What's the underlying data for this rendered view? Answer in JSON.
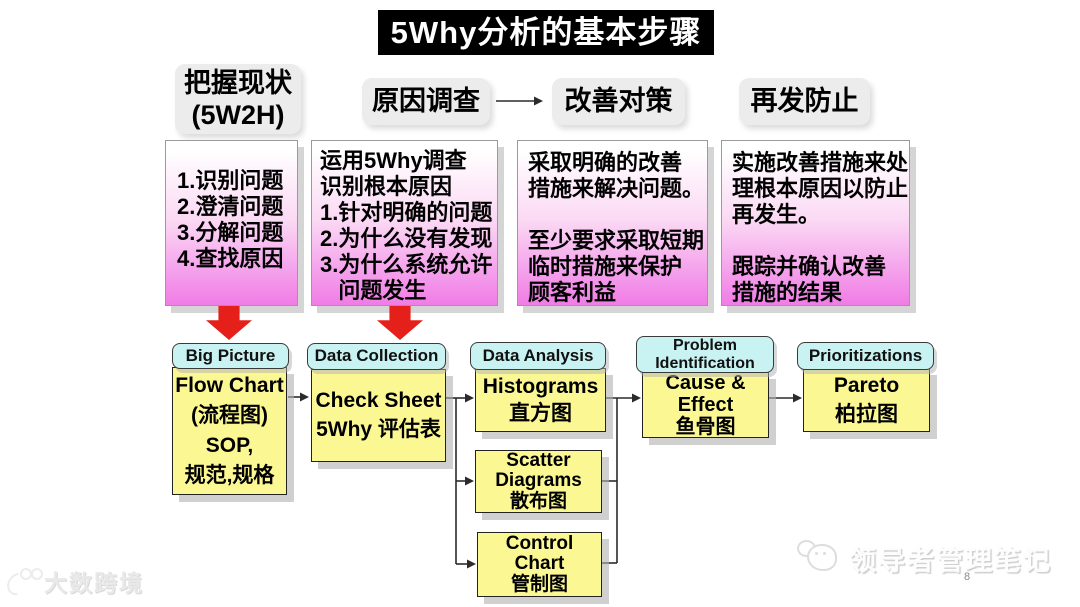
{
  "title": "5Why分析的基本步骤",
  "phases": [
    {
      "label": "把握现状\n(5W2H)"
    },
    {
      "label": "原因调查"
    },
    {
      "label": "改善对策"
    },
    {
      "label": "再发防止"
    }
  ],
  "phase_details": [
    {
      "text": "1.识别问题\n2.澄清问题\n3.分解问题\n4.查找原因"
    },
    {
      "text": "运用5Why调查\n识别根本原因\n1.针对明确的问题\n2.为什么没有发现\n3.为什么系统允许\n   问题发生"
    },
    {
      "text": "采取明确的改善\n措施来解决问题。\n\n至少要求采取短期\n临时措施来保护\n顾客利益"
    },
    {
      "text": "实施改善措施来处\n理根本原因以防止\n再发生。\n\n跟踪并确认改善\n措施的结果"
    }
  ],
  "toolkit": {
    "categories": [
      {
        "label": "Big Picture"
      },
      {
        "label": "Data Collection"
      },
      {
        "label": "Data Analysis"
      },
      {
        "label": "Problem\nIdentification"
      },
      {
        "label": "Prioritizations"
      }
    ],
    "tools": [
      {
        "label": "Flow Chart\n(流程图)\nSOP,\n规范,规格"
      },
      {
        "label": "Check Sheet\n5Why 评估表"
      },
      {
        "label": "Histograms\n直方图"
      },
      {
        "label": "Scatter\nDiagrams\n散布图"
      },
      {
        "label": "Control\nChart\n管制图"
      },
      {
        "label": "Cause &\nEffect\n鱼骨图"
      },
      {
        "label": "Pareto\n柏拉图"
      }
    ]
  },
  "watermarks": {
    "left": "大数跨境",
    "right": "领导者管理笔记"
  },
  "page_number": "8",
  "colors": {
    "title_bg": "#000000",
    "phase_bg": "#ececec",
    "detail_gradient_bottom": "#f07ce6",
    "arrow_red": "#e5201a",
    "category_cyan": "#c9f2f2",
    "tool_yellow": "#fbf894"
  }
}
